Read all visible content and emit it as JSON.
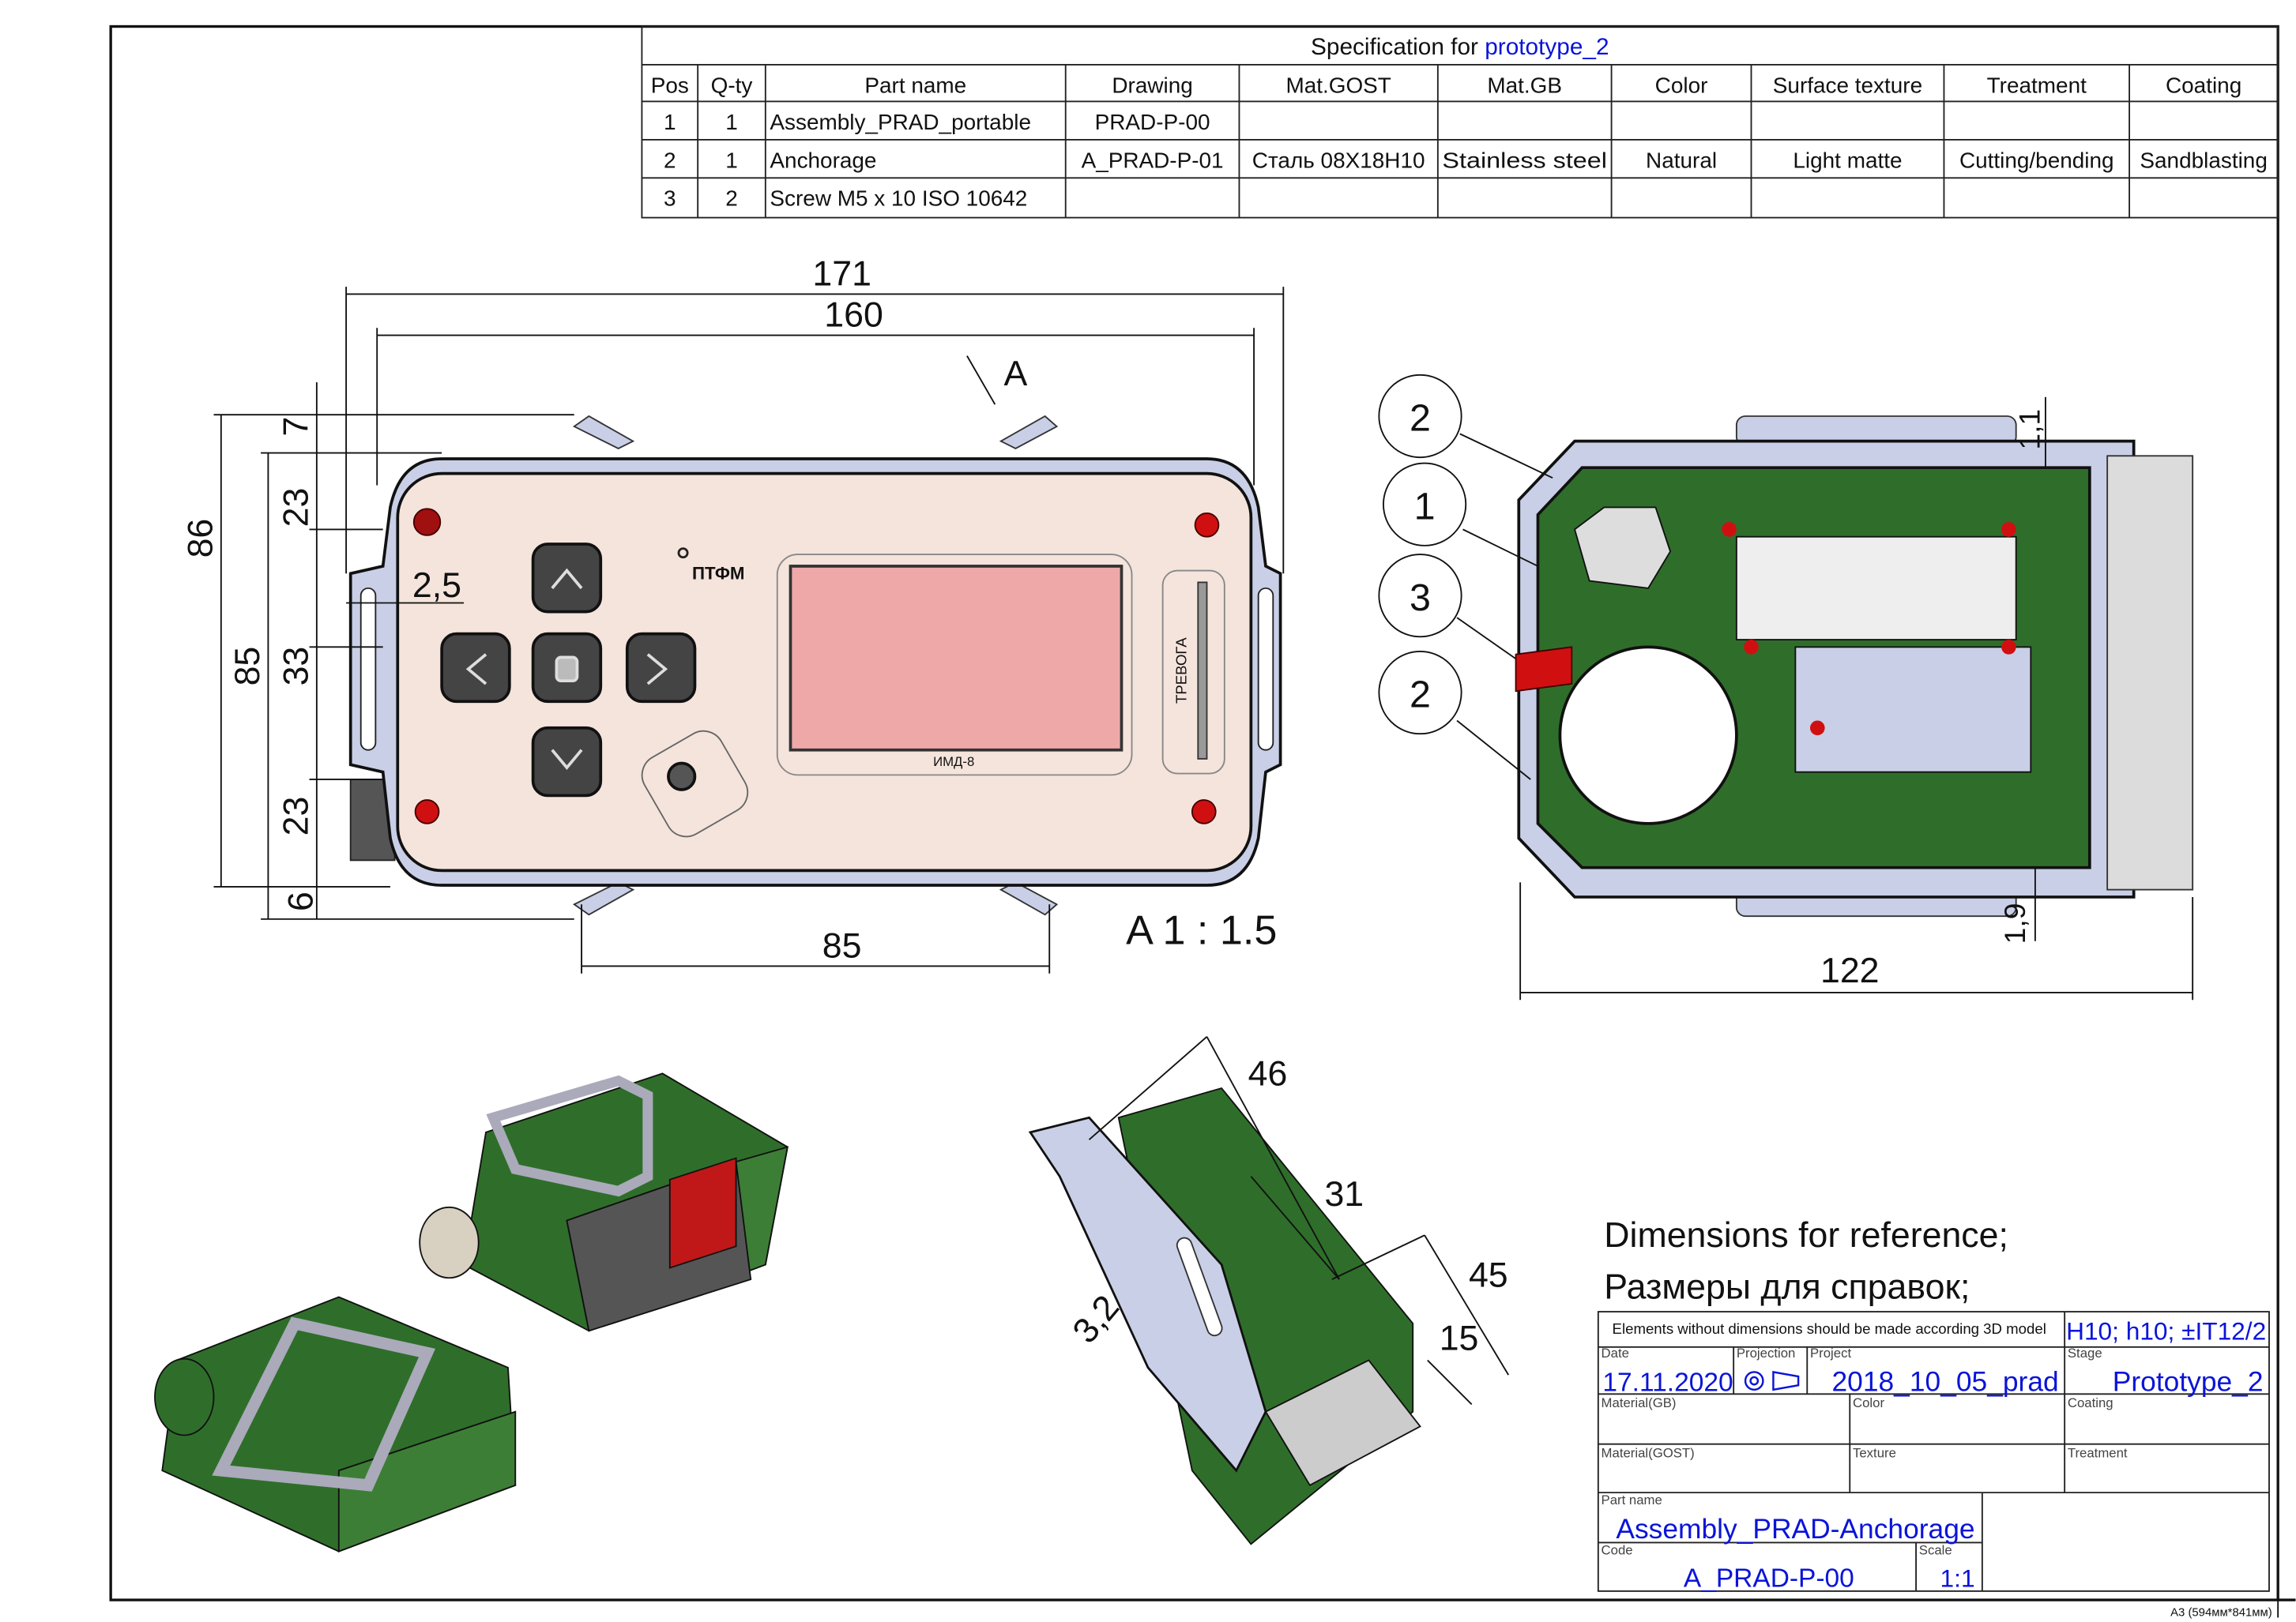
{
  "spec": {
    "title_prefix": "Specification for",
    "title_name": "prototype_2",
    "headers": [
      "Pos",
      "Q-ty",
      "Part name",
      "Drawing",
      "Mat.GOST",
      "Mat.GB",
      "Color",
      "Surface texture",
      "Treatment",
      "Coating"
    ],
    "rows": [
      [
        "1",
        "1",
        "Assembly_PRAD_portable",
        "PRAD-P-00",
        "",
        "",
        "",
        "",
        "",
        ""
      ],
      [
        "2",
        "1",
        "Anchorage",
        "A_PRAD-P-01",
        "Сталь 08Х18Н10",
        "Stainless steel",
        "Natural",
        "Light matte",
        "Cutting/bending",
        "Sandblasting"
      ],
      [
        "3",
        "2",
        "Screw M5 x 10  ISO 10642",
        "",
        "",
        "",
        "",
        "",
        "",
        ""
      ]
    ]
  },
  "front_view": {
    "dims": {
      "overall_width": "171",
      "inner_width": "160",
      "bottom_width": "85",
      "height_total": "86",
      "height_body": "85",
      "d7": "7",
      "d23_top": "23",
      "d33": "33",
      "d23_bottom": "23",
      "d6": "6",
      "d2_5": "2,5"
    },
    "view_arrow": "A",
    "device": {
      "logo": "ПТФМ",
      "model": "ИМД-8",
      "alarm": "ТРЕВОГА",
      "screen_color": "#efa8a8"
    }
  },
  "section_view": {
    "label": "A 1 : 1.5",
    "dims": {
      "width": "122",
      "d1_1": "1,1",
      "d1_9": "1,9"
    },
    "balloons": [
      "2",
      "1",
      "3",
      "2"
    ]
  },
  "detail_view": {
    "dims": {
      "d46": "46",
      "d31": "31",
      "d45": "45",
      "d15": "15",
      "d3_2": "3,2"
    }
  },
  "notes": {
    "line1": "Dimensions for reference;",
    "line2": "Размеры для справок;"
  },
  "title_block": {
    "note": "Elements without dimensions should be made according 3D model",
    "tolerance": "H10; h10; ±IT12/2",
    "date_label": "Date",
    "date": "17.11.2020",
    "projection_label": "Projection",
    "project_label": "Project",
    "project": "2018_10_05_prad",
    "stage_label": "Stage",
    "stage": "Prototype_2",
    "material_gb_label": "Material(GB)",
    "color_label": "Color",
    "coating_label": "Coating",
    "material_gost_label": "Material(GOST)",
    "texture_label": "Texture",
    "treatment_label": "Treatment",
    "part_name_label": "Part name",
    "part_name": "Assembly_PRAD-Anchorage",
    "code_label": "Code",
    "code": "A_PRAD-P-00",
    "scale_label": "Scale",
    "scale": "1:1"
  },
  "sheet_format": "A3 (594мм*841мм)",
  "colors": {
    "accent": "#0a14d8",
    "green": "#2f6e2a",
    "steel": "#c9cfe6",
    "red": "#d01010",
    "panel": "#f4e4dc"
  }
}
